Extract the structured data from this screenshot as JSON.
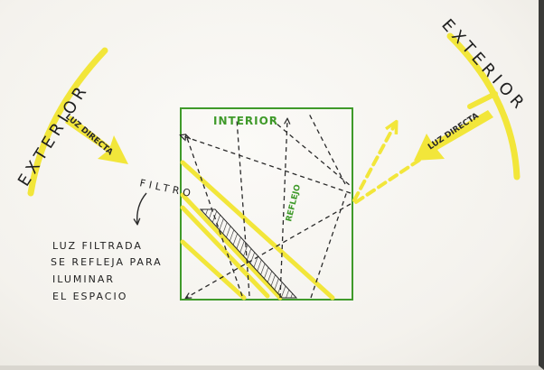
{
  "colors": {
    "green": "#3f9a2a",
    "yellow": "#f2e63a",
    "yellow_dark": "#e6c400",
    "ink": "#2a2a2a",
    "paper": "#f7f5f1"
  },
  "labels": {
    "exterior_left": "EXTERIOR",
    "exterior_right": "EXTERIOR",
    "luz_directa_left": "LUZ DIRECTA",
    "luz_directa_right": "LUZ DIRECTA",
    "interior": "INTERIOR",
    "filtro": "FILTRO",
    "reflejo": "REFLEJO",
    "caption_line1": "LUZ FILTRADA",
    "caption_line2": "SE REFLEJA PARA",
    "caption_line3": "ILUMINAR",
    "caption_line4": "EL ESPACIO"
  },
  "icons": {
    "arrow_left": "yellow-arrow-down-right",
    "arrow_right": "yellow-arrow-down-left",
    "arrow_filtro": "curved-arrow-down"
  }
}
